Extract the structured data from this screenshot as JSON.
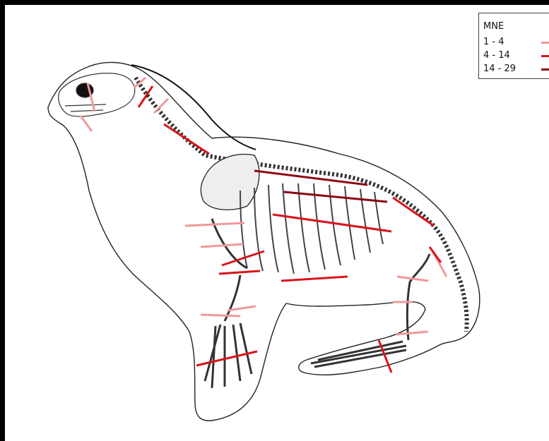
{
  "legend": {
    "title": "MNE",
    "items": [
      {
        "label": "1 - 4",
        "color": "#f0999b"
      },
      {
        "label": "4 - 14",
        "color": "#d9141c"
      },
      {
        "label": "14 - 29",
        "color": "#8a0a10"
      }
    ]
  },
  "markers": [
    {
      "name": "skull-mark-1",
      "class": "1 - 4"
    },
    {
      "name": "skull-mark-2",
      "class": "1 - 4"
    },
    {
      "name": "atlas-mark",
      "class": "4 - 14"
    },
    {
      "name": "axis-mark",
      "class": "1 - 4"
    },
    {
      "name": "cervical-mark-1",
      "class": "1 - 4"
    },
    {
      "name": "cervical-vertebrae-mark",
      "class": "4 - 14"
    },
    {
      "name": "thoracic-vertebrae-mark",
      "class": "14 - 29"
    },
    {
      "name": "lumbar-vertebrae-mark",
      "class": "14 - 29"
    },
    {
      "name": "sacrum-mark",
      "class": "4 - 14"
    },
    {
      "name": "ribs-mark",
      "class": "4 - 14"
    },
    {
      "name": "scapula-mark",
      "class": "1 - 4"
    },
    {
      "name": "humerus-mark",
      "class": "1 - 4"
    },
    {
      "name": "radius-ulna-mark-1",
      "class": "4 - 14"
    },
    {
      "name": "radius-ulna-mark-2",
      "class": "4 - 14"
    },
    {
      "name": "sternum-mark",
      "class": "4 - 14"
    },
    {
      "name": "carpal-mark-1",
      "class": "1 - 4"
    },
    {
      "name": "carpal-mark-2",
      "class": "1 - 4"
    },
    {
      "name": "foreflipper-phalanges-mark",
      "class": "4 - 14"
    },
    {
      "name": "pelvis-mark",
      "class": "1 - 4"
    },
    {
      "name": "femur-mark",
      "class": "4 - 14"
    },
    {
      "name": "tibia-mark-1",
      "class": "1 - 4"
    },
    {
      "name": "tibia-mark-2",
      "class": "1 - 4"
    },
    {
      "name": "tarsal-mark",
      "class": "1 - 4"
    },
    {
      "name": "hindflipper-mark",
      "class": "4 - 14"
    }
  ]
}
